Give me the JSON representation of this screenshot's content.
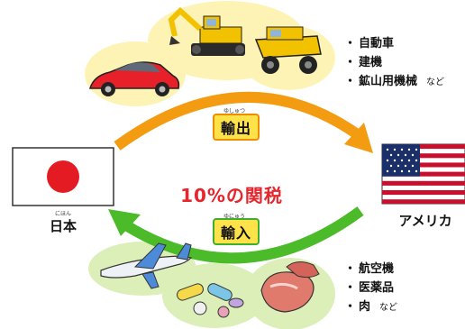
{
  "badges": {
    "export": {
      "label": "輸出",
      "ruby": "ゆしゅつ"
    },
    "import": {
      "label": "輸入",
      "ruby": "ゆにゅう"
    }
  },
  "tariff_label": "10%の関税",
  "countries": {
    "japan": {
      "name": "日本",
      "ruby": "にほん"
    },
    "usa": {
      "name": "アメリカ"
    }
  },
  "export_items": [
    {
      "bullet": "・",
      "label": "自動車"
    },
    {
      "bullet": "・",
      "label": "建機"
    },
    {
      "bullet": "・",
      "label": "鉱山用機械",
      "suffix": "など"
    }
  ],
  "import_items": [
    {
      "bullet": "・",
      "label": "航空機"
    },
    {
      "bullet": "・",
      "label": "医薬品"
    },
    {
      "bullet": "・",
      "label": "肉",
      "suffix": "など"
    }
  ],
  "colors": {
    "export_arrow": "#f39c12",
    "import_arrow": "#4cbb2a",
    "tariff_text": "#e6262c",
    "badge_fill": "#fde24a",
    "bubble_fill": "#fdf3b4",
    "bubble_green": "#dcefb8"
  },
  "icons": [
    "car-icon",
    "excavator-icon",
    "dump-truck-icon",
    "airplane-icon",
    "pills-icon",
    "meat-icon",
    "japan-flag-icon",
    "us-flag-icon"
  ]
}
